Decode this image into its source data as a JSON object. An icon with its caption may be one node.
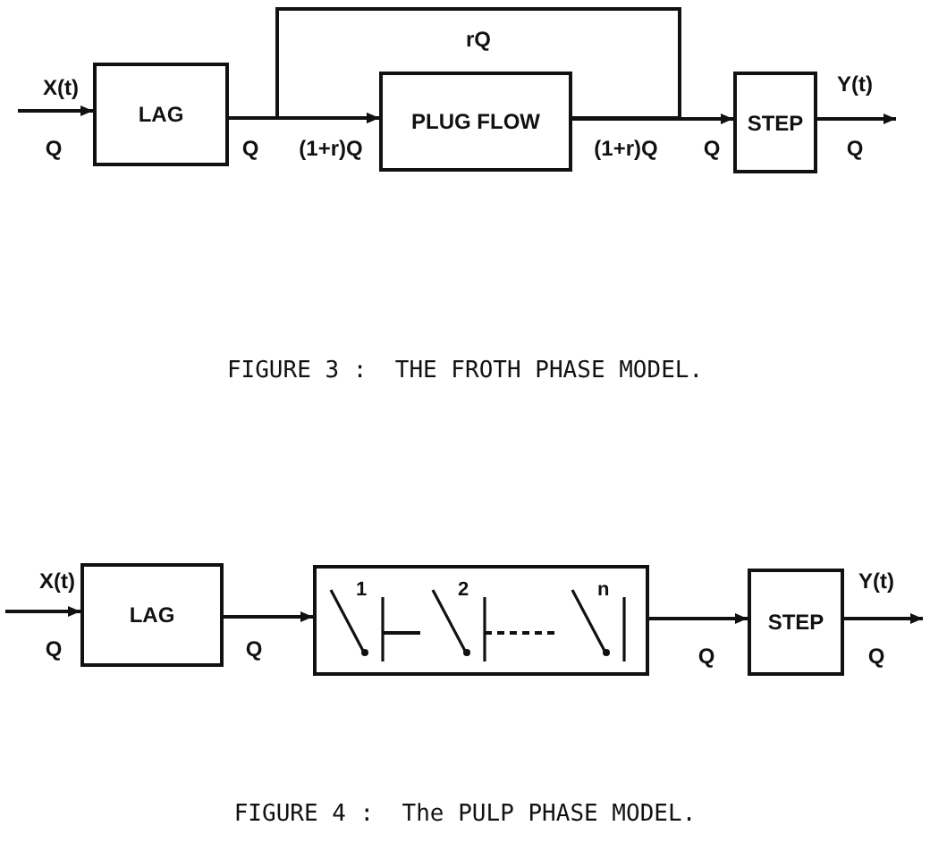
{
  "diagram": {
    "nodes": [
      {
        "text": [
          "LAG"
        ]
      },
      {
        "text": [
          "PLUG FLOW"
        ]
      },
      {
        "text": [
          "STEP"
        ]
      },
      {
        "text": [
          "LAG"
        ]
      },
      {
        "text": [],
        "shape": "box"
      },
      {
        "text": [
          "1"
        ],
        "in": 4
      },
      {
        "text": [
          "2"
        ],
        "in": 4
      },
      {
        "text": [
          "n"
        ],
        "in": 4
      },
      {
        "text": [
          "STEP"
        ]
      }
    ],
    "edges": [
      {
        "from": null,
        "to": 0,
        "arrow": "to"
      },
      {
        "from": 0,
        "to": 1,
        "arrow": "to"
      },
      {
        "from": 1,
        "to": 2,
        "arrow": "to"
      },
      {
        "from": 1,
        "to": 1,
        "arrow": "to",
        "label": "rQ"
      },
      {
        "from": 2,
        "to": null,
        "arrow": "to"
      },
      {
        "from": null,
        "to": 3,
        "arrow": "to"
      },
      {
        "from": 3,
        "to": 4,
        "arrow": "to"
      },
      {
        "from": 4,
        "to": 8,
        "arrow": "to"
      },
      {
        "from": 8,
        "to": null,
        "arrow": "to"
      },
      {
        "from": 5,
        "to": 6,
        "arrow": "none"
      },
      {
        "from": 6,
        "to": 7,
        "arrow": "none",
        "style": "dashed"
      }
    ],
    "labels": [
      "X(t)",
      "Q",
      "Q",
      "(1+r)Q",
      "(1+r)Q",
      "Q",
      "Y(t)",
      "Q",
      "FIGURE 3 :  THE FROTH PHASE MODEL.",
      "X(t)",
      "Q",
      "Q",
      "Q",
      "Y(t)",
      "Q",
      "FIGURE 4 :  The PULP PHASE MODEL."
    ]
  }
}
